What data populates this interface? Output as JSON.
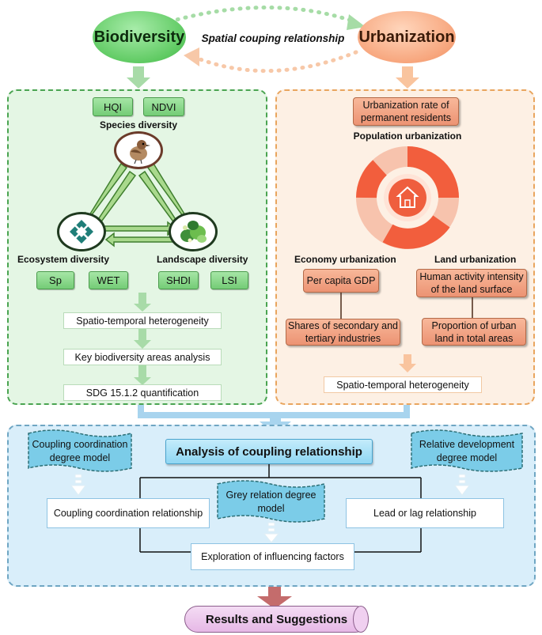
{
  "top": {
    "biodiversity": "Biodiversity",
    "urbanization": "Urbanization",
    "coupling": "Spatial couping relationship",
    "colors": {
      "bio": "#5fca62",
      "urb": "#f7a57c"
    }
  },
  "bio_panel": {
    "indicators_top": [
      "HQI",
      "NDVI"
    ],
    "species_label": "Species diversity",
    "ecosystem_label": "Ecosystem diversity",
    "landscape_label": "Landscape diversity",
    "indicators_bottom": [
      "Sp",
      "WET",
      "SHDI",
      "LSI"
    ],
    "steps": [
      "Spatio-temporal heterogeneity",
      "Key biodiversity areas analysis",
      "SDG 15.1.2 quantification"
    ]
  },
  "urb_panel": {
    "top_box": "Urbanization rate of permanent residents",
    "population_label": "Population urbanization",
    "economy_label": "Economy urbanization",
    "land_label": "Land urbanization",
    "economy_boxes": [
      "Per capita GDP",
      "Shares of secondary and tertiary industries"
    ],
    "land_boxes": [
      "Human activity intensity of the land surface",
      "Proportion of urban land in total areas"
    ],
    "step": "Spatio-temporal heterogeneity"
  },
  "analysis": {
    "title": "Analysis of coupling relationship",
    "left_model": "Coupling coordination degree model",
    "right_model": "Relative development degree model",
    "center_model": "Grey relation degree model",
    "left_result": "Coupling coordination relationship",
    "right_result": "Lead or lag relationship",
    "bottom_result": "Exploration of influencing factors"
  },
  "results": "Results and Suggestions",
  "icons": {
    "species": "bird-icon",
    "ecosystem": "diamond-icon",
    "landscape": "plants-icon",
    "population": "house-icon"
  }
}
